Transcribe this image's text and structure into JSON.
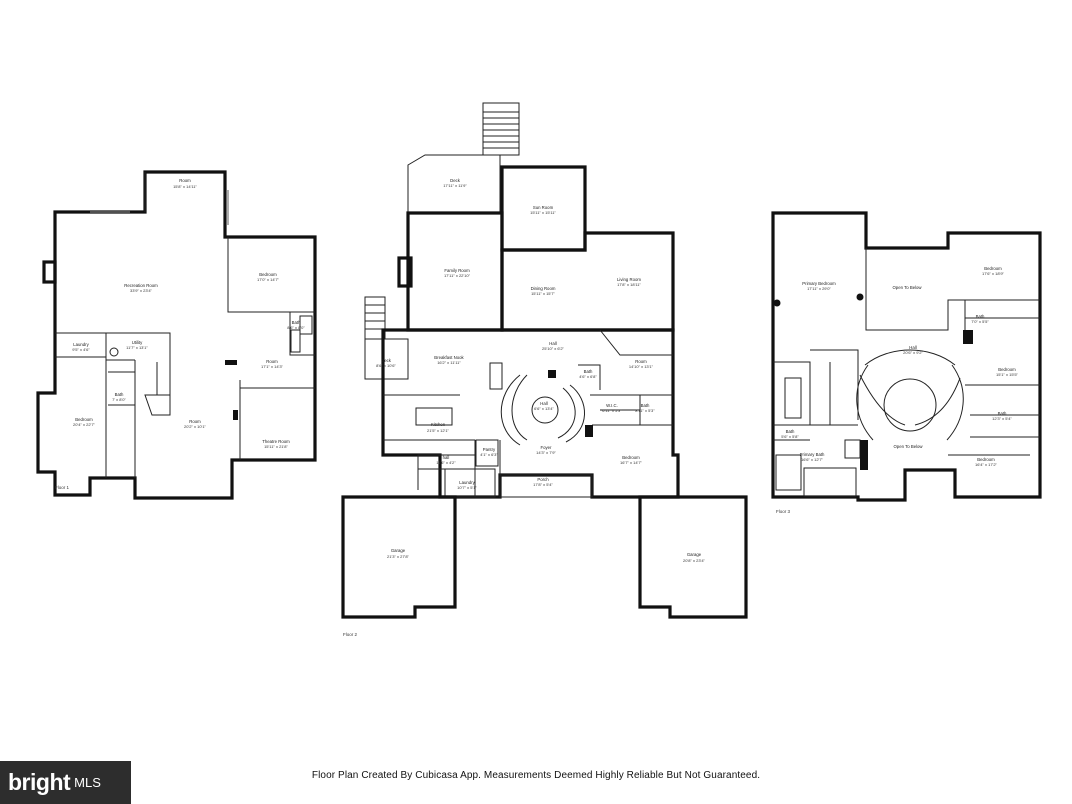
{
  "floors": [
    {
      "label": "Floor 1",
      "rooms": [
        {
          "name": "Room",
          "dims": "15'8\" x 14'11\""
        },
        {
          "name": "Recreation Room",
          "dims": "33'9\" x 23'4\""
        },
        {
          "name": "Bedroom",
          "dims": "17'0\" x 14'7\""
        },
        {
          "name": "Bath",
          "dims": "8'6\" x 8'0\""
        },
        {
          "name": "Laundry",
          "dims": "9'5\" x 4'6\""
        },
        {
          "name": "Utility",
          "dims": "11'7\" x 13'1\""
        },
        {
          "name": "Room",
          "dims": "17'1\" x 14'3\""
        },
        {
          "name": "Bath",
          "dims": "7' x 8'0\""
        },
        {
          "name": "Bedroom",
          "dims": "20'4\" x 22'7\""
        },
        {
          "name": "Room",
          "dims": "20'2\" x 10'1\""
        },
        {
          "name": "Theatre Room",
          "dims": "15'11\" x 21'8\""
        }
      ]
    },
    {
      "label": "Floor 2",
      "rooms": [
        {
          "name": "Deck",
          "dims": "17'11\" x 11'9\""
        },
        {
          "name": "Sun Room",
          "dims": "15'11\" x 15'11\""
        },
        {
          "name": "Family Room",
          "dims": "17'11\" x 22'10\""
        },
        {
          "name": "Dining Room",
          "dims": "15'11\" x 15'7\""
        },
        {
          "name": "Living Room",
          "dims": "17'8\" x 18'11\""
        },
        {
          "name": "Hall",
          "dims": "25'10\" x 6'2\""
        },
        {
          "name": "Deck",
          "dims": "8'6\" x 10'6\""
        },
        {
          "name": "Breakfast Nook",
          "dims": "16'2\" x 11'11\""
        },
        {
          "name": "Room",
          "dims": "14'10\" x 13'1\""
        },
        {
          "name": "Bath",
          "dims": "4'6\" x 6'8\""
        },
        {
          "name": "Hall",
          "dims": "6'6\" x 13'4\""
        },
        {
          "name": "W.I.C.",
          "dims": "6'11\" x 5'3\""
        },
        {
          "name": "Bath",
          "dims": "8'11\" x 5'3\""
        },
        {
          "name": "Kitchen",
          "dims": "21'5\" x 12'1\""
        },
        {
          "name": "Pantry",
          "dims": "4'1\" x 6'3\""
        },
        {
          "name": "Foyer",
          "dims": "14'3\" x 7'9\""
        },
        {
          "name": "Hall",
          "dims": "11'6\" x 4'2\""
        },
        {
          "name": "Bedroom",
          "dims": "16'7\" x 14'7\""
        },
        {
          "name": "Laundry",
          "dims": "10'7\" x 5'1\""
        },
        {
          "name": "Porch",
          "dims": "17'8\" x 5'4\""
        },
        {
          "name": "Garage",
          "dims": "21'3\" x 27'8\""
        },
        {
          "name": "Garage",
          "dims": "20'8\" x 23'4\""
        }
      ]
    },
    {
      "label": "Floor 3",
      "rooms": [
        {
          "name": "Primary Bedroom",
          "dims": "17'11\" x 29'0\""
        },
        {
          "name": "Open To Below",
          "dims": ""
        },
        {
          "name": "Bedroom",
          "dims": "17'6\" x 18'9\""
        },
        {
          "name": "Bath",
          "dims": "7'0\" x 5'5\""
        },
        {
          "name": "Hall",
          "dims": "20'6\" x 9'2\""
        },
        {
          "name": "Bedroom",
          "dims": "15'1\" x 15'5\""
        },
        {
          "name": "Bath",
          "dims": "12'3\" x 5'4\""
        },
        {
          "name": "Bath",
          "dims": "5'6\" x 5'8\""
        },
        {
          "name": "Primary Bath",
          "dims": "16'6\" x 12'7\""
        },
        {
          "name": "Open To Below",
          "dims": ""
        },
        {
          "name": "Bedroom",
          "dims": "16'4\" x 17'2\""
        }
      ]
    }
  ],
  "footer": "Floor Plan Created By Cubicasa App. Measurements Deemed Highly Reliable But Not Guaranteed.",
  "logo": {
    "brand": "bright",
    "suffix": "MLS"
  },
  "colors": {
    "wall": "#111111",
    "logo_bg": "#2d2d2d"
  }
}
